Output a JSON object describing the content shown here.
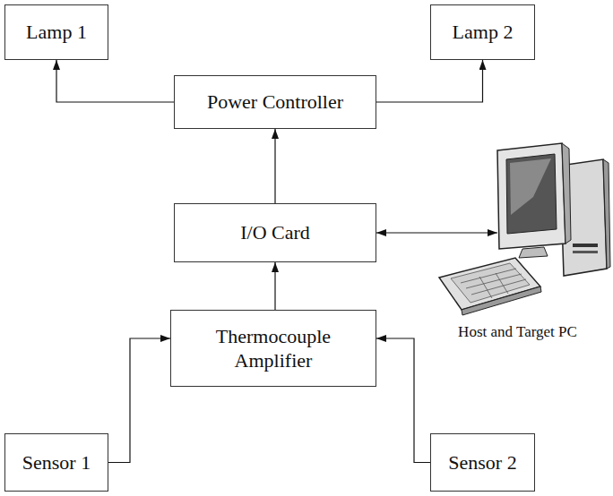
{
  "diagram": {
    "nodes": [
      {
        "text": [
          "Lamp 1"
        ]
      },
      {
        "text": [
          "Lamp 2"
        ]
      },
      {
        "text": [
          "Power Controller"
        ]
      },
      {
        "text": [
          "I/O Card"
        ]
      },
      {
        "text": [
          "Host and Target PC"
        ]
      },
      {
        "text": [
          "Thermocouple Amplifier"
        ]
      },
      {
        "text": [
          "Sensor 1"
        ]
      },
      {
        "text": [
          "Sensor 2"
        ]
      }
    ],
    "edges": [
      {
        "from": 2,
        "to": 0,
        "arrow": "to"
      },
      {
        "from": 2,
        "to": 1,
        "arrow": "to"
      },
      {
        "from": 3,
        "to": 2,
        "arrow": "to"
      },
      {
        "from": 3,
        "to": 4,
        "arrow": "both"
      },
      {
        "from": 5,
        "to": 3,
        "arrow": "to"
      },
      {
        "from": 6,
        "to": 5,
        "arrow": "to"
      },
      {
        "from": 7,
        "to": 5,
        "arrow": "to"
      }
    ]
  }
}
